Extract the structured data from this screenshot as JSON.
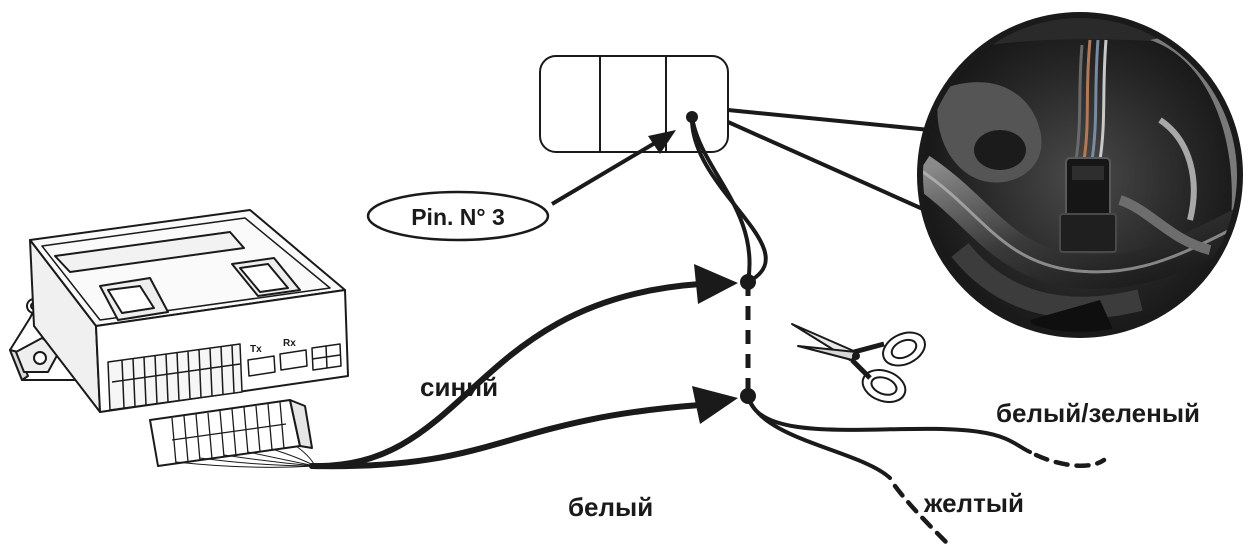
{
  "labels": {
    "pin": "Pin. N° 3",
    "blue": "синий",
    "white": "белый",
    "white_green": "белый/зеленый",
    "yellow": "желтый"
  },
  "module": {
    "tx": "Tx",
    "rx": "Rx"
  }
}
